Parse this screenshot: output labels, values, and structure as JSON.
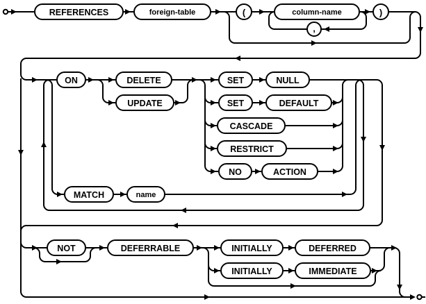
{
  "diagram": {
    "kind": "railroad-syntax-diagram",
    "line_color": "#000000",
    "background_color": "#ffffff",
    "nodes": {
      "references": "REFERENCES",
      "foreign_table": "foreign-table",
      "lparen": "(",
      "column_name": "column-name",
      "comma": ",",
      "rparen": ")",
      "on": "ON",
      "delete": "DELETE",
      "update": "UPDATE",
      "set1": "SET",
      "null": "NULL",
      "set2": "SET",
      "default": "DEFAULT",
      "cascade": "CASCADE",
      "restrict": "RESTRICT",
      "no": "NO",
      "action": "ACTION",
      "match": "MATCH",
      "name": "name",
      "not": "NOT",
      "deferrable": "DEFERRABLE",
      "initially1": "INITIALLY",
      "deferred": "DEFERRED",
      "initially2": "INITIALLY",
      "immediate": "IMMEDIATE"
    }
  }
}
